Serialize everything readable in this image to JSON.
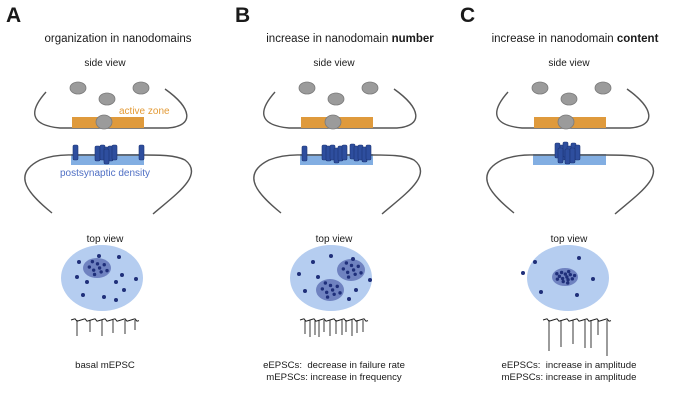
{
  "colors": {
    "membrane": "#555555",
    "vesicle_fill": "#9b9b9b",
    "vesicle_stroke": "#7a7a7a",
    "active_zone": "#df9a3c",
    "psd": "#82aee2",
    "receptor_fill": "#2e4e9e",
    "receptor_stroke": "#1d3575",
    "synapse_disc": "#b5cdf0",
    "nanodomain": "#6f82c0",
    "dot": "#1f2f7a",
    "trace": "#222222",
    "active_zone_text": "#e39a35",
    "psd_text": "#4f6fc4"
  },
  "panels": [
    {
      "id": "A",
      "letter": "A",
      "title_plain": "organization in nanodomains",
      "title_bold": "",
      "side_view_label": "side view",
      "top_view_label": "top view",
      "active_zone_label": "active zone",
      "psd_label": "postsynaptic density",
      "receptor_arrangement": "one nanodomain cluster plus scattered receptors",
      "nanodomain_count": 1,
      "scattered_receptor_count": 13,
      "trace_event_count": 6,
      "trace_amplitude": "basal",
      "readout_lines": [
        "basal mEPSC"
      ]
    },
    {
      "id": "B",
      "letter": "B",
      "title_plain": "increase in nanodomain ",
      "title_bold": "number",
      "side_view_label": "side view",
      "top_view_label": "top view",
      "active_zone_label": "",
      "psd_label": "",
      "receptor_arrangement": "two nanodomain clusters plus scattered receptors",
      "nanodomain_count": 2,
      "scattered_receptor_count": 9,
      "trace_event_count": 12,
      "trace_amplitude": "basal",
      "readout_lines": [
        "eEPSCs:  decrease in failure rate",
        "mEPSCs: increase in frequency"
      ]
    },
    {
      "id": "C",
      "letter": "C",
      "title_plain": "increase in nanodomain ",
      "title_bold": "content",
      "side_view_label": "side view",
      "top_view_label": "top view",
      "active_zone_label": "",
      "psd_label": "",
      "receptor_arrangement": "one dense nanodomain cluster plus few scattered receptors",
      "nanodomain_count": 1,
      "scattered_receptor_count": 6,
      "trace_event_count": 7,
      "trace_amplitude": "increased",
      "readout_lines": [
        "eEPSCs:  increase in amplitude",
        "mEPSCs: increase in amplitude"
      ]
    }
  ]
}
